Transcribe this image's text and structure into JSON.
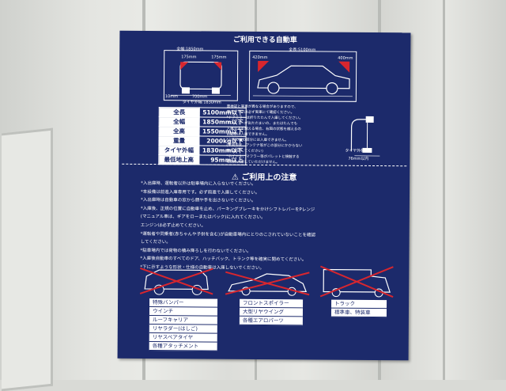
{
  "sign": {
    "title": "ご利用できる自動車",
    "dims": {
      "front_width": "全幅:1850mm",
      "side_length": "全長:5100mm",
      "tire_width": "タイヤ外幅 1830mm",
      "d175": "175mm",
      "d700": "700mm",
      "d10": "10mm",
      "d420": "420mm",
      "d400": "400mm"
    },
    "specs": [
      {
        "k": "全長",
        "v": "5100mm以下"
      },
      {
        "k": "全幅",
        "v": "1850mm以下"
      },
      {
        "k": "全高",
        "v": "1550mm以下"
      },
      {
        "k": "重量",
        "v": "2000kg以下"
      },
      {
        "k": "タイヤ外幅",
        "v": "1830mm以下"
      },
      {
        "k": "最低地上高",
        "v": "95mm以上"
      }
    ],
    "side_notes": [
      "車検証と実車が異なる場合がありますので、",
      "車両サイズは必ず実車にて確認ください。",
      "*ドアミラーは折りたたんで入庫してください。",
      "ドアミラーが出たたまいの、またはたんでも",
      "入庫寸法を越える場合、右図の状態を越えるの",
      "自動車は入庫できません。",
      "*上図の■の部分には入庫できません。",
      "(車両形状、アンテナ等がこの部分にかからない",
      "車を確認してください)",
      "*ホイール、マフラー等がパレットと接触する",
      "場合は入庫していただけません。"
    ],
    "tire_label": "タイヤ外幅",
    "tire_value": "76mm以内",
    "notice_title": "ご利用上の注意",
    "notes": [
      "*入出庫時、運転者以外は駐車場内に入らないでください。",
      "*本設備は前進入庫専用です。必ず前進で入庫してください。",
      "*入出庫時は自動車の窓から顔や手を出さないでください。",
      "*入庫後、正規の位置に自動車を止め、パーキングブレーキをかけシフトレバーをPレンジ",
      "(マニュアル車は、ギアをローまたはバック)に入れてください。",
      "エンジンは必ず止めてください。",
      "*運転者や同乗者(赤ちゃんや子供を含む)が自動車場内にとりのこされていないことを確認",
      "してください。",
      "*駐車場内では荷物の積み降ろしを行わないでください。",
      "*入庫後自動車のすべてのドア、ハッチバック、トランク等を確実に閉めてください。",
      "*下に示すような形状・仕様の自動車は入庫しないでください。"
    ],
    "box1": [
      "特殊バンパー",
      "ウインチ",
      "ルーフキャリア",
      "リヤラダー(はしご)",
      "リヤスペアタイヤ",
      "各種アタッチメント"
    ],
    "box2": [
      "フロントスポイラー",
      "大型リヤウイング",
      "各種エアロパーツ"
    ],
    "box3": [
      "トラック",
      "標準車、特装車"
    ],
    "colors": {
      "board": "#1c2a6b",
      "warning": "#d8262e",
      "text": "#ffffff"
    }
  }
}
